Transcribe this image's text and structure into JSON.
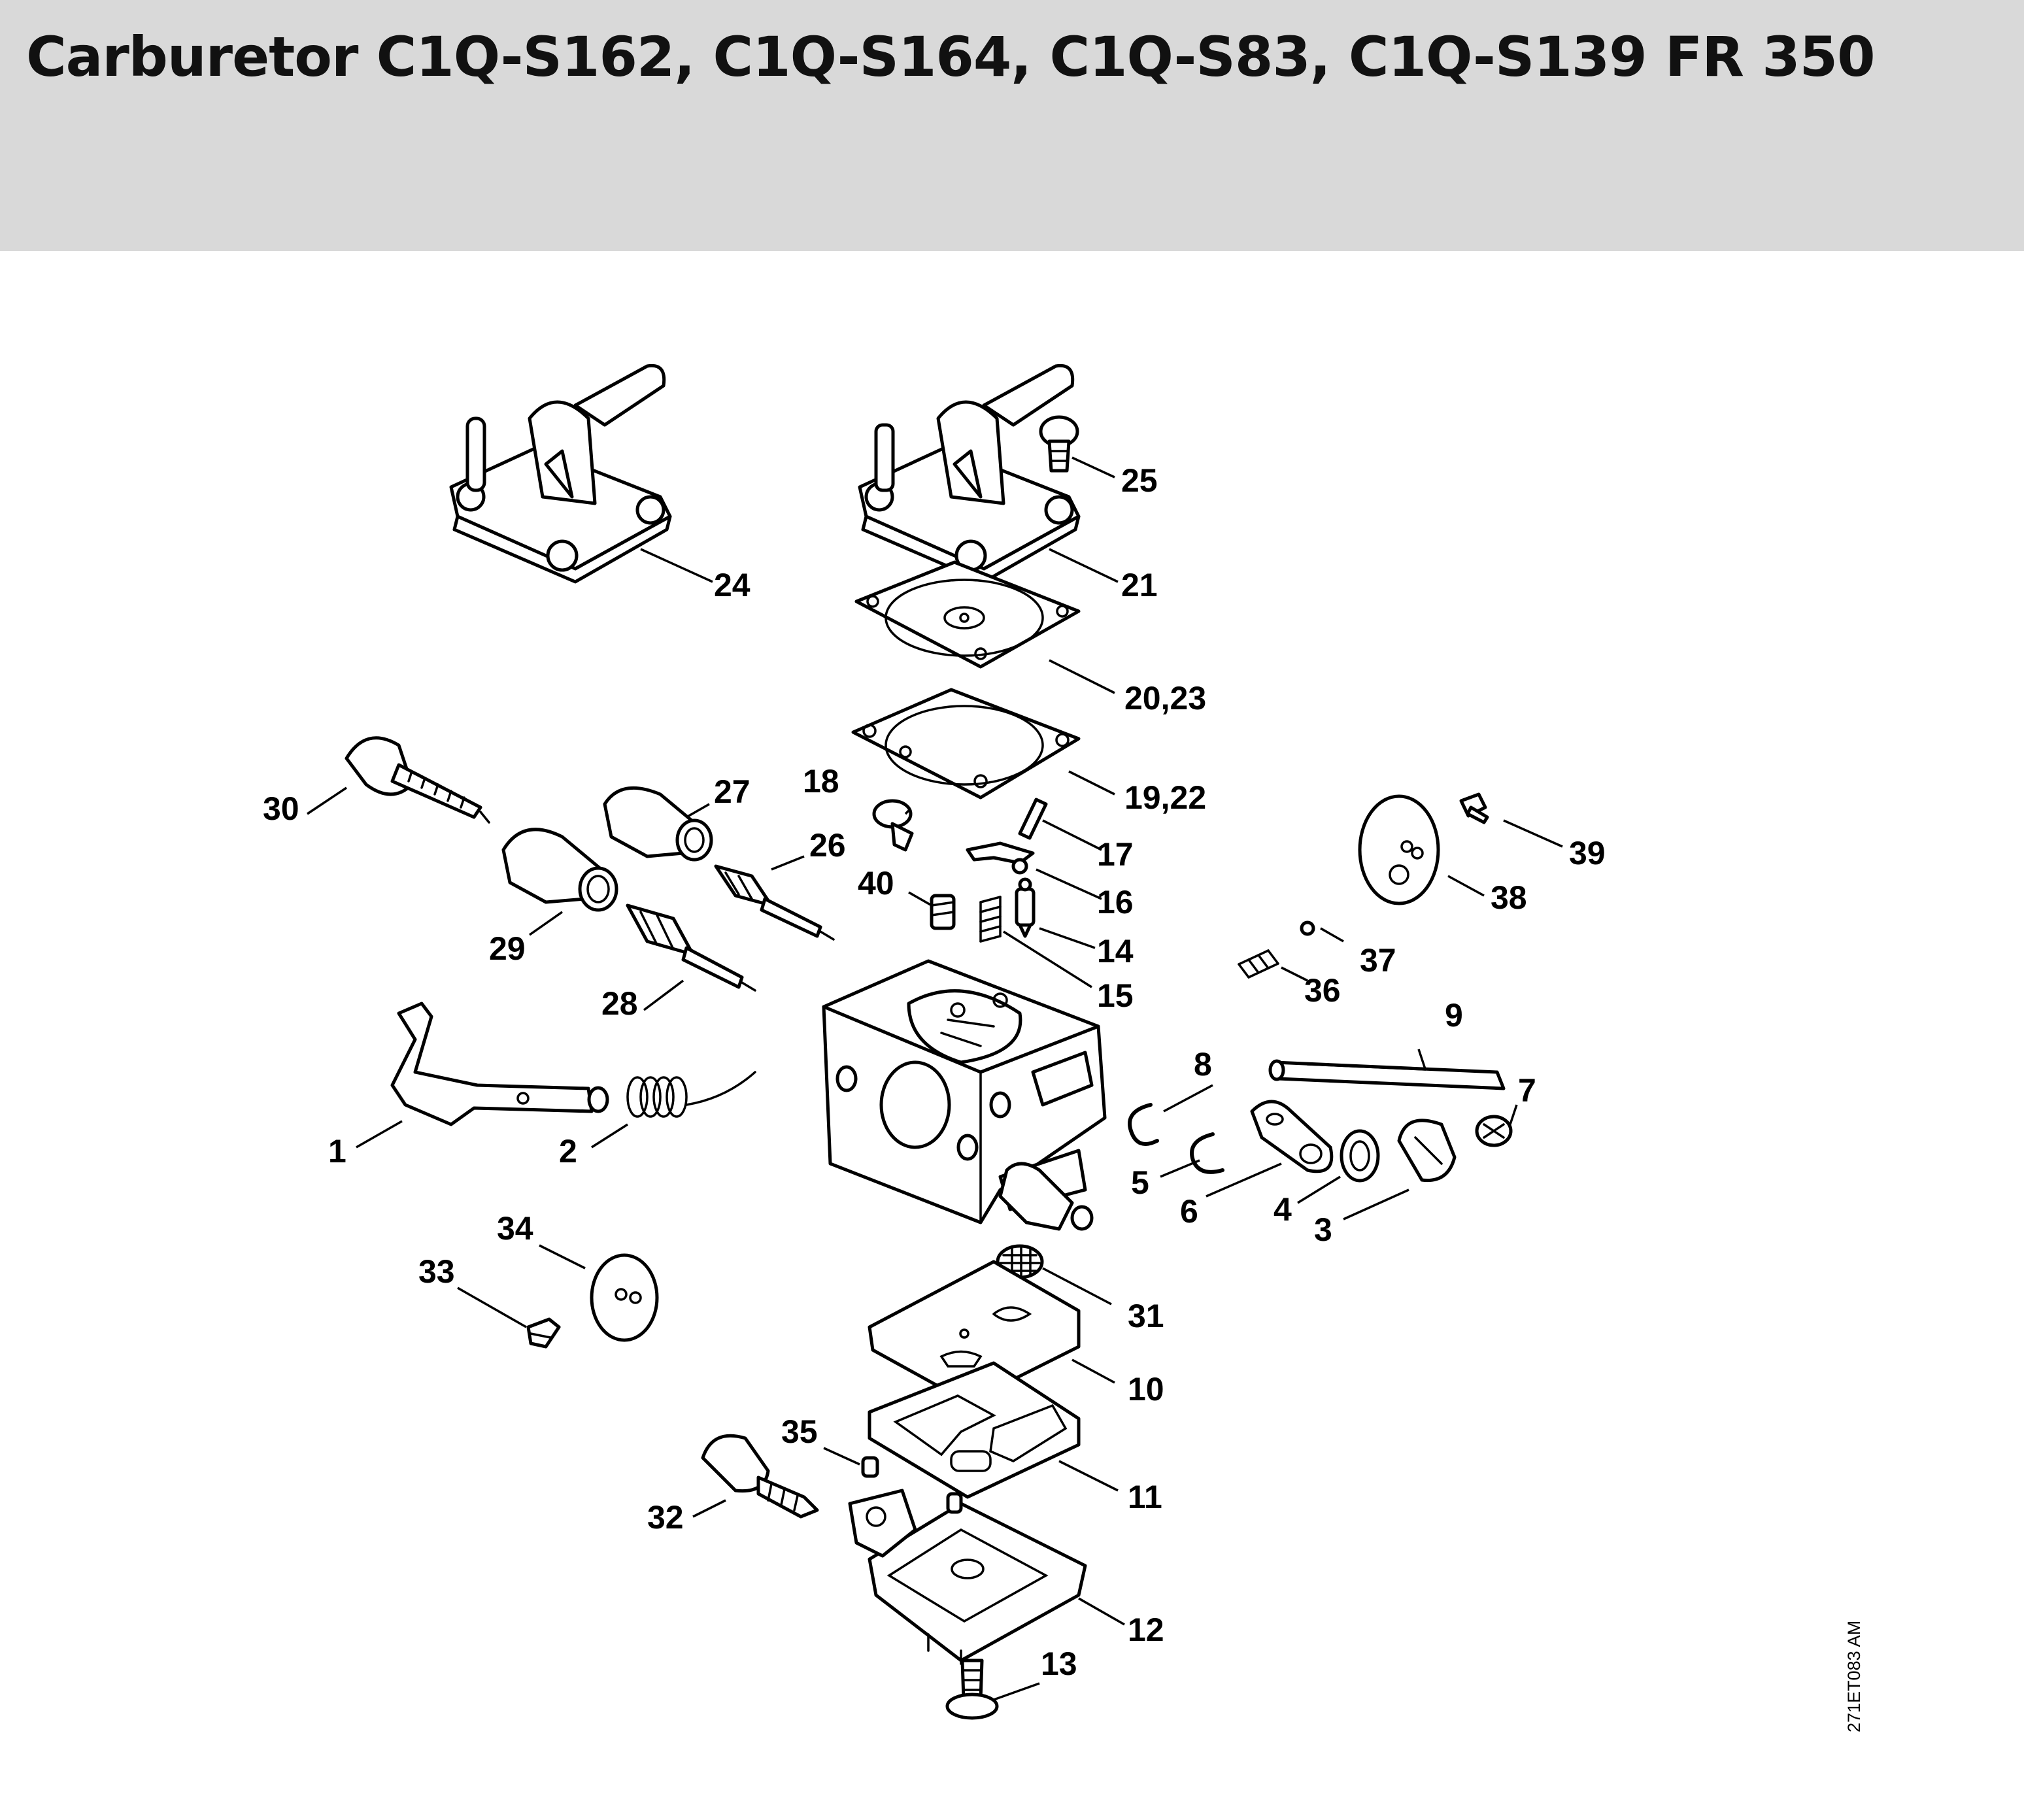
{
  "header": {
    "title": "Carburetor C1Q-S162, C1Q-S164, C1Q-S83, C1Q-S139 FR 350",
    "background": "#d9d9d9"
  },
  "diagram": {
    "drawing_reference": "271ET083 AM",
    "callouts": {
      "c1": "1",
      "c2": "2",
      "c3": "3",
      "c4": "4",
      "c5": "5",
      "c6": "6",
      "c7": "7",
      "c8": "8",
      "c9": "9",
      "c10": "10",
      "c11": "11",
      "c12": "12",
      "c13": "13",
      "c14": "14",
      "c15": "15",
      "c16": "16",
      "c17": "17",
      "c18": "18",
      "c19_22": "19,22",
      "c20_23": "20,23",
      "c21": "21",
      "c24": "24",
      "c25": "25",
      "c26": "26",
      "c27": "27",
      "c28": "28",
      "c29": "29",
      "c30": "30",
      "c31": "31",
      "c32": "32",
      "c33": "33",
      "c34": "34",
      "c35": "35",
      "c36": "36",
      "c37": "37",
      "c38": "38",
      "c39": "39",
      "c40": "40"
    }
  }
}
